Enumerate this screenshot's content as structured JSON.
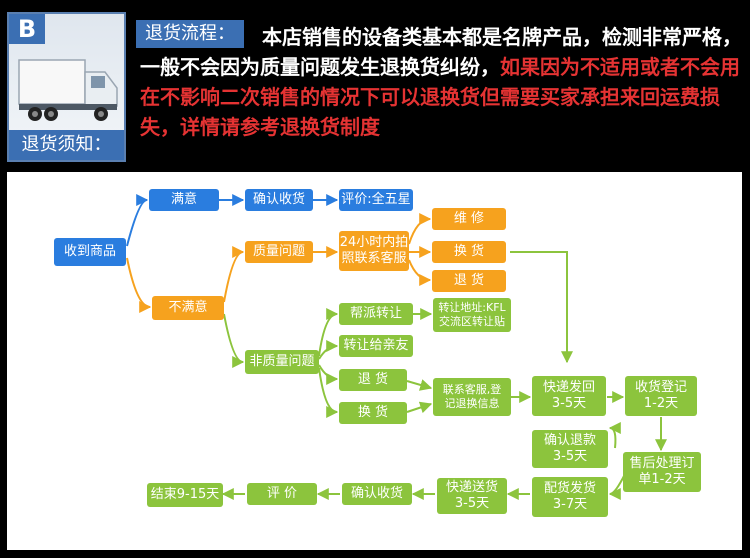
{
  "header": {
    "badge": "B",
    "notice_label": "退货须知：",
    "title_tag": "退货流程：",
    "desc_normal": "本店销售的设备类基本都是名牌产品，检测非常严格，一般不会因为质量问题发生退换货纠纷，",
    "desc_red": "如果因为不适用或者不会用在不影响二次销售的情况下可以退换货但需要买家承担来回运费损失，详情请参考退换货制度"
  },
  "flow": {
    "received": "收到商品",
    "satisfied": "满意",
    "confirm_receipt_top": "确认收货",
    "rate_five": "评价:全五星",
    "unsatisfied": "不满意",
    "quality_issue": "质量问题",
    "contact_24h": "24小时内拍\n照联系客服",
    "repair": "维  修",
    "exchange_top": "换  货",
    "return_top": "退  货",
    "non_quality": "非质量问题",
    "help_transfer": "帮派转让",
    "transfer_address": "转让地址:KFL\n交流区转让贴",
    "transfer_friend": "转让给亲友",
    "return_mid": "退  货",
    "exchange_mid": "换  货",
    "contact_service_reg": "联系客服,登\n记退换信息",
    "express_return": "快递发回\n3-5天",
    "receive_register": "收货登记\n1-2天",
    "confirm_refund": "确认退款\n3-5天",
    "after_sales": "售后处理订\n单1-2天",
    "dispatch": "配货发货\n3-7天",
    "express_delivery": "快递送货\n3-5天",
    "confirm_receipt_bottom": "确认收货",
    "rate": "评  价",
    "finish": "结束9-15天"
  },
  "colors": {
    "blue": "#2a7ddf",
    "orange": "#f6a21e",
    "green": "#8cc43d",
    "line_blue": "#2a7ddf",
    "line_orange": "#f6a21e",
    "line_green": "#8cc43d"
  }
}
